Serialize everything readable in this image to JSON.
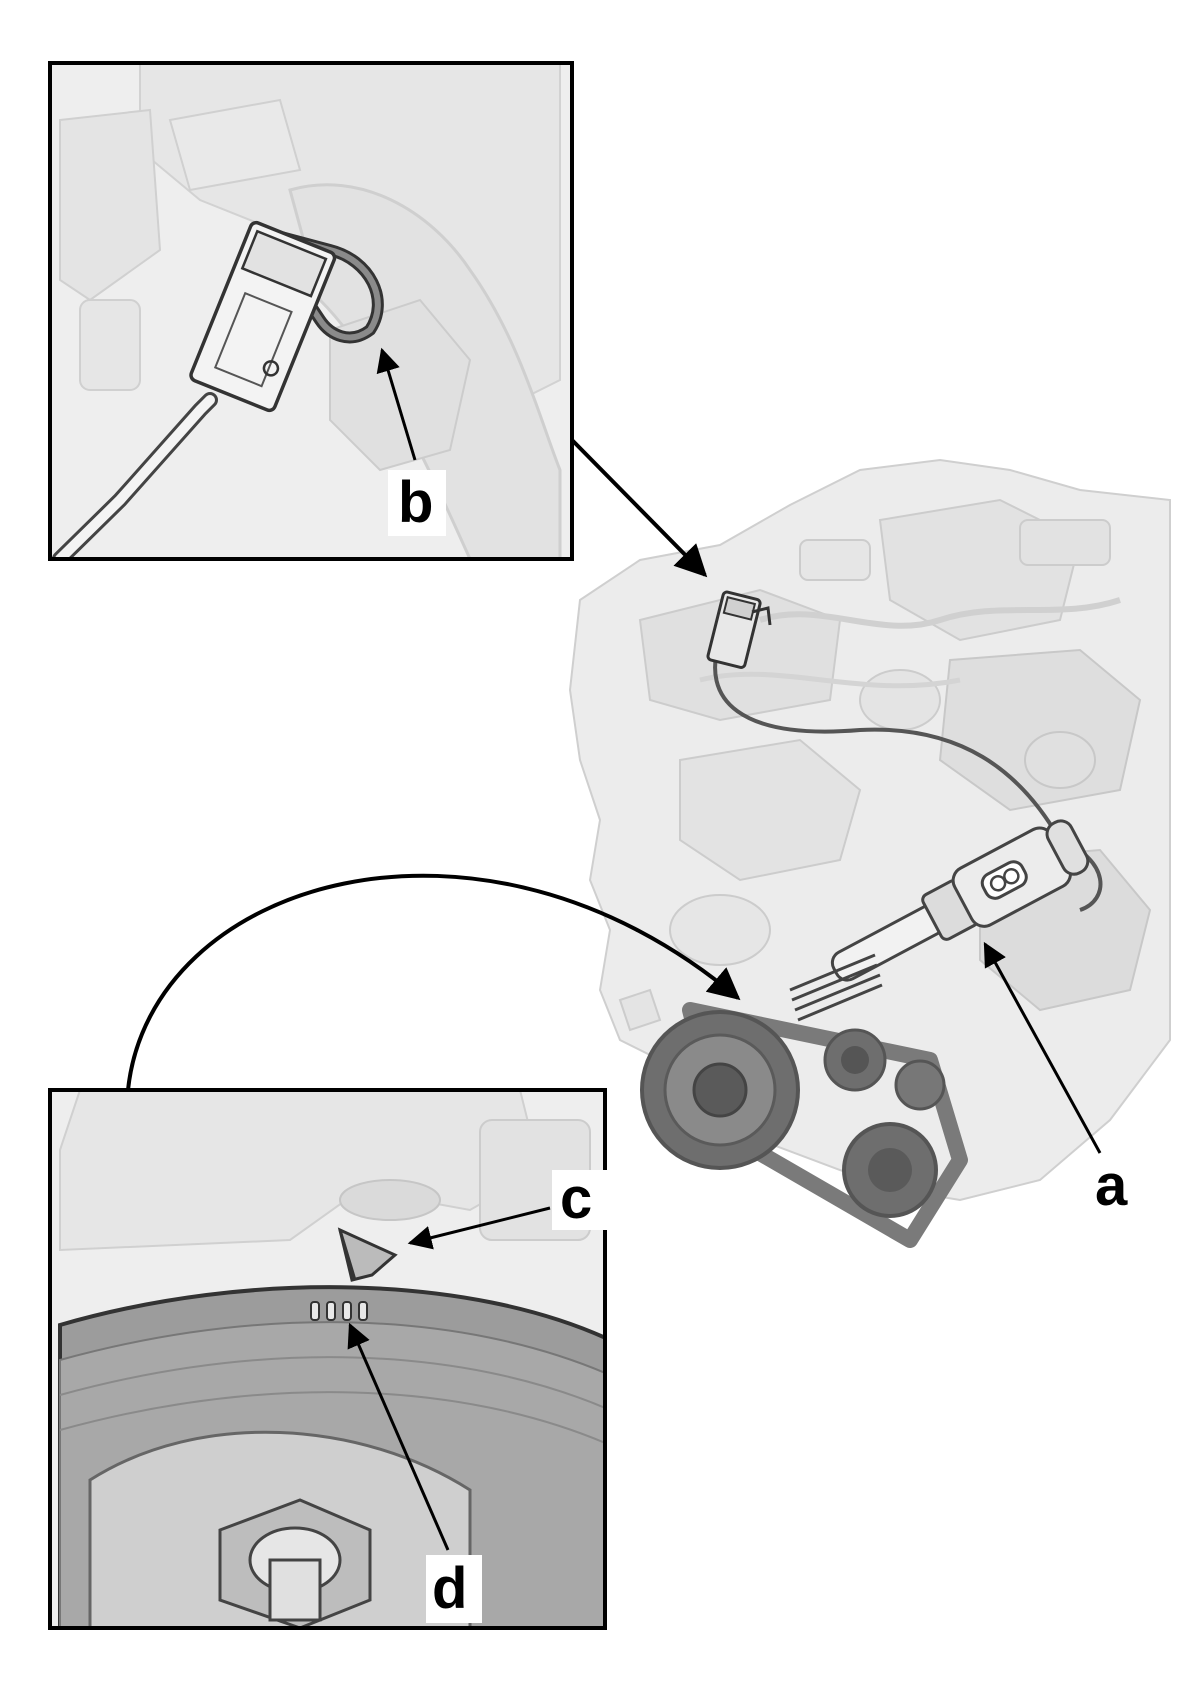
{
  "figure": {
    "callouts": {
      "a": "a",
      "b": "b",
      "c": "c",
      "d": "d"
    },
    "colors": {
      "line": "#000000",
      "engine_fill": "#e8e8e8",
      "engine_shade": "#d2d2d2",
      "pulley_fill": "#6e6e6e",
      "inset_bg": "#eeeeee"
    },
    "icons": {
      "sensor": "crankshaft-sensor-tool-icon",
      "connector": "electrical-connector-icon",
      "pulley": "crankshaft-pulley-icon"
    }
  }
}
